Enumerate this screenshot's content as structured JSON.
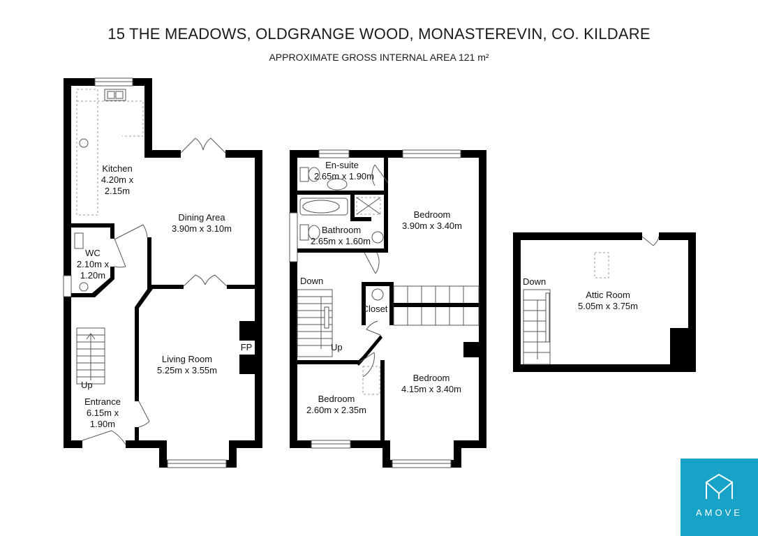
{
  "header": {
    "title": "15 THE MEADOWS, OLDGRANGE WOOD, MONASTEREVIN, CO. KILDARE",
    "subtitle": "APPROXIMATE GROSS INTERNAL AREA 121 m²"
  },
  "ground_floor": {
    "kitchen": {
      "name": "Kitchen",
      "dim1": "4.20m x",
      "dim2": "2.15m"
    },
    "dining": {
      "name": "Dining Area",
      "dim": "3.90m x 3.10m"
    },
    "wc": {
      "name": "WC",
      "dim1": "2.10m x",
      "dim2": "1.20m"
    },
    "living": {
      "name": "Living Room",
      "dim": "5.25m x 3.55m"
    },
    "fireplace": "FP",
    "stairs": "Up",
    "entrance": {
      "name": "Entrance",
      "dim1": "6.15m x",
      "dim2": "1.90m"
    }
  },
  "first_floor": {
    "ensuite": {
      "name": "En-suite",
      "dim": "2.65m x 1.90m"
    },
    "bedroom1": {
      "name": "Bedroom",
      "dim": "3.90m x 3.40m"
    },
    "bathroom": {
      "name": "Bathroom",
      "dim": "2.65m x 1.60m"
    },
    "stairs_down": "Down",
    "closet": "Closet",
    "stairs_up": "Up",
    "bedroom2": {
      "name": "Bedroom",
      "dim": "2.60m x 2.35m"
    },
    "bedroom3": {
      "name": "Bedroom",
      "dim": "4.15m x 3.40m"
    }
  },
  "attic": {
    "stairs_down": "Down",
    "room": {
      "name": "Attic Room",
      "dim": "5.05m x 3.75m"
    }
  },
  "brand": {
    "name": "AMOVE",
    "color": "#16a3c7"
  }
}
